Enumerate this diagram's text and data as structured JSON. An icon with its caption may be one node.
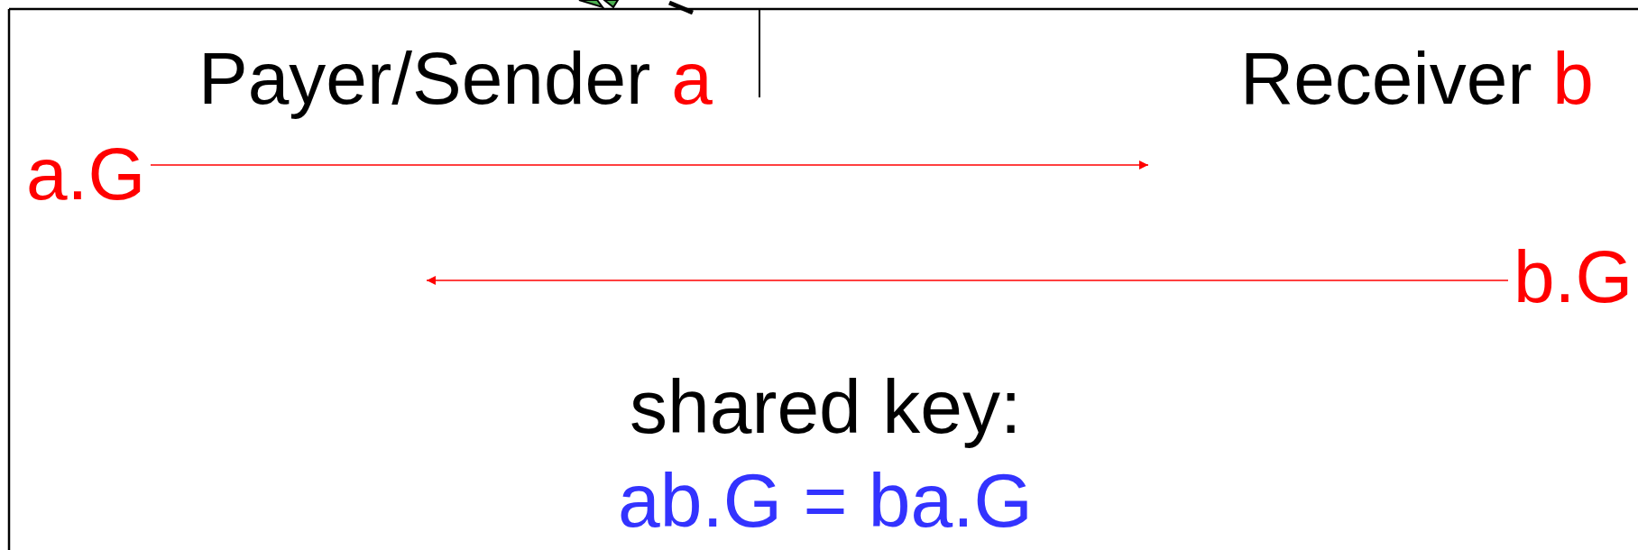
{
  "diagram": {
    "nodes": [
      {
        "text": [
          "a.G"
        ]
      },
      {
        "text": [
          "b.G"
        ]
      }
    ],
    "labels": [
      "Payer/Sender a",
      "Receiver b",
      "shared key:",
      "ab.G = ba.G"
    ],
    "edges": [
      {
        "from": 0,
        "to": null,
        "arrow": "to"
      },
      {
        "from": 1,
        "to": null,
        "arrow": "to"
      }
    ]
  }
}
